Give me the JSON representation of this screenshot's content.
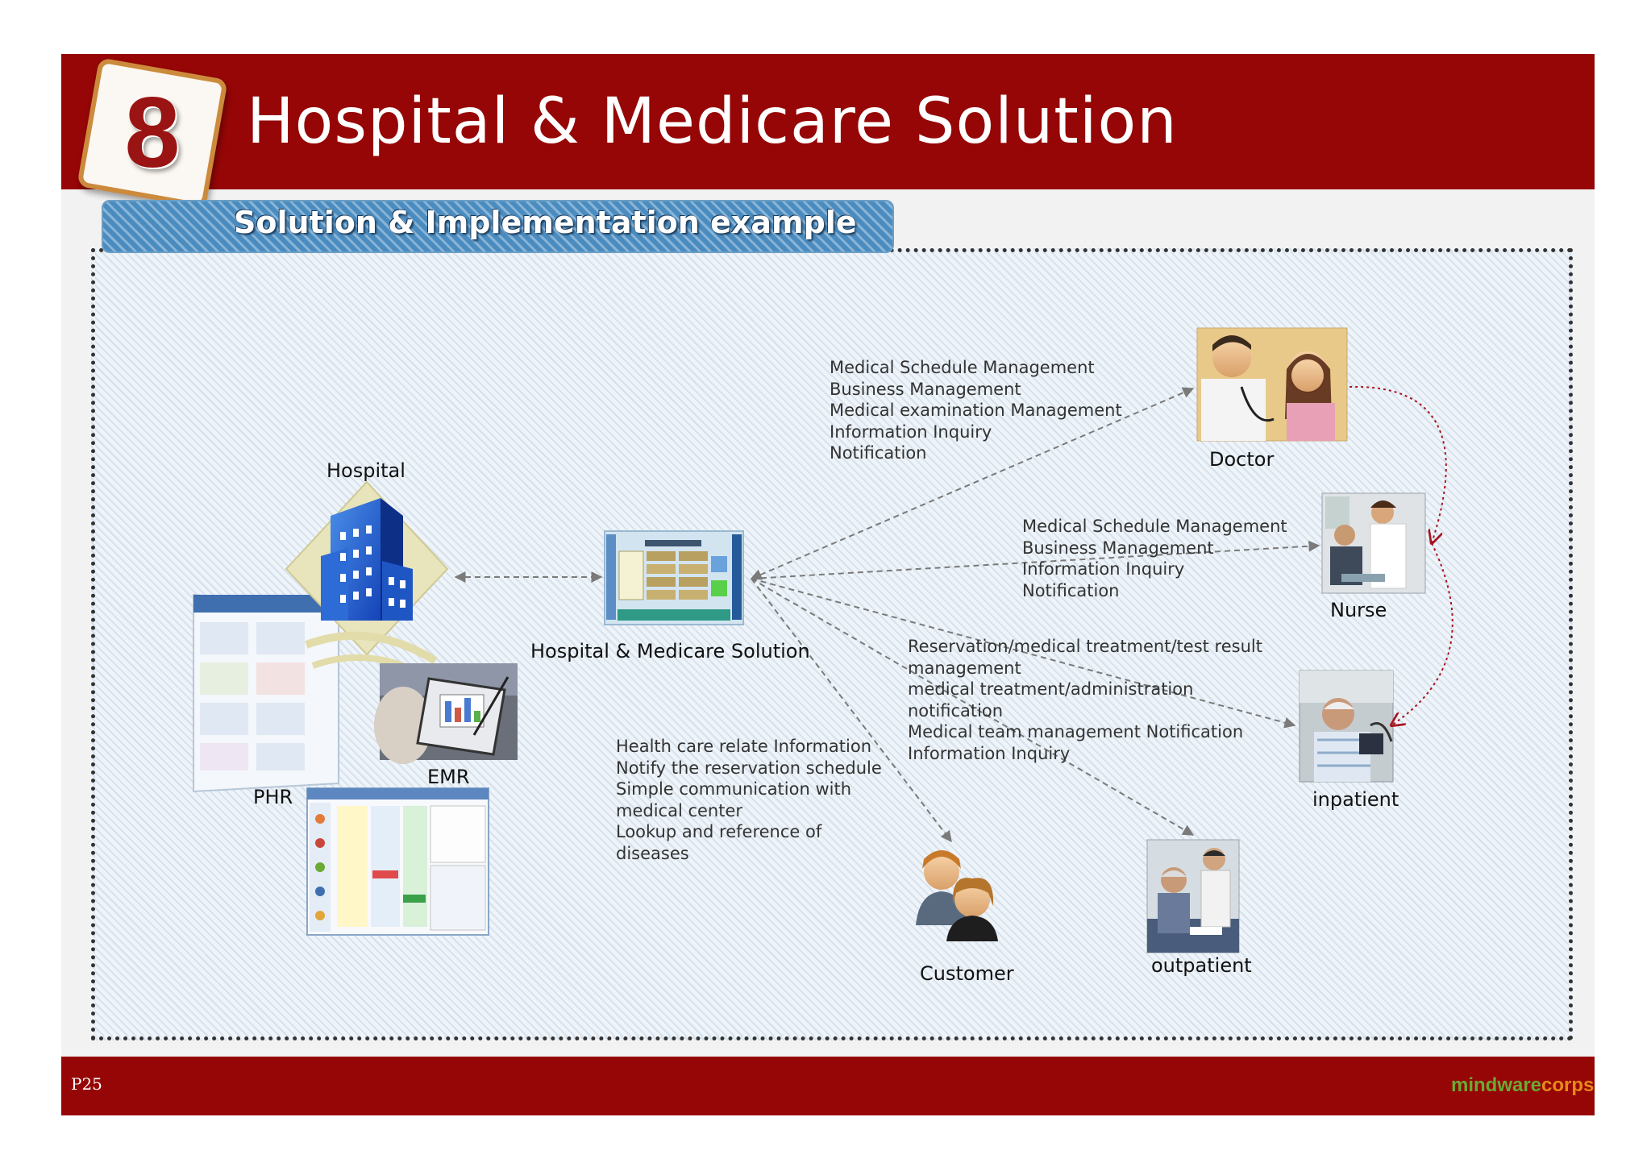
{
  "slide": {
    "number": "8",
    "title": "Hospital & Medicare Solution",
    "subtitle": "Solution & Implementation example",
    "page": "P25"
  },
  "logo": {
    "part1": "mindware",
    "part2": "corps"
  },
  "nodes": {
    "hospital": "Hospital",
    "phr": "PHR",
    "emr": "EMR",
    "solution": "Hospital & Medicare Solution",
    "doctor": "Doctor",
    "nurse": "Nurse",
    "inpatient": "inpatient",
    "outpatient": "outpatient",
    "customer": "Customer"
  },
  "features": {
    "doctor": [
      "Medical Schedule Management",
      "Business Management",
      "Medical examination Management",
      "Information Inquiry",
      "Notification"
    ],
    "nurse": [
      "Medical Schedule Management",
      "Business Management",
      "Information Inquiry",
      "Notification"
    ],
    "inpatient": [
      "Reservation/medical treatment/test result",
      "management",
      "medical treatment/administration",
      "notification",
      "Medical team management Notification",
      "Information Inquiry"
    ],
    "customer": [
      "Health care relate Information",
      "Notify the reservation schedule",
      "Simple communication with",
      "medical center",
      "Lookup and reference of",
      "diseases"
    ]
  },
  "colors": {
    "header": "#960606",
    "badge_border": "#cc8a3c",
    "subtitle_bar": "#4a8cc0",
    "connector": "#7a7a7a",
    "loop": "#a8141e",
    "logo_green": "#6aaa34",
    "logo_orange": "#e7891c"
  },
  "icons": [
    "hospital-building-icon",
    "customer-people-icon",
    "doctor-photo",
    "nurse-photo",
    "inpatient-photo",
    "outpatient-photo",
    "emr-tablet-photo",
    "phr-screen-illustration",
    "solution-screen-illustration",
    "schedule-screen-illustration"
  ]
}
